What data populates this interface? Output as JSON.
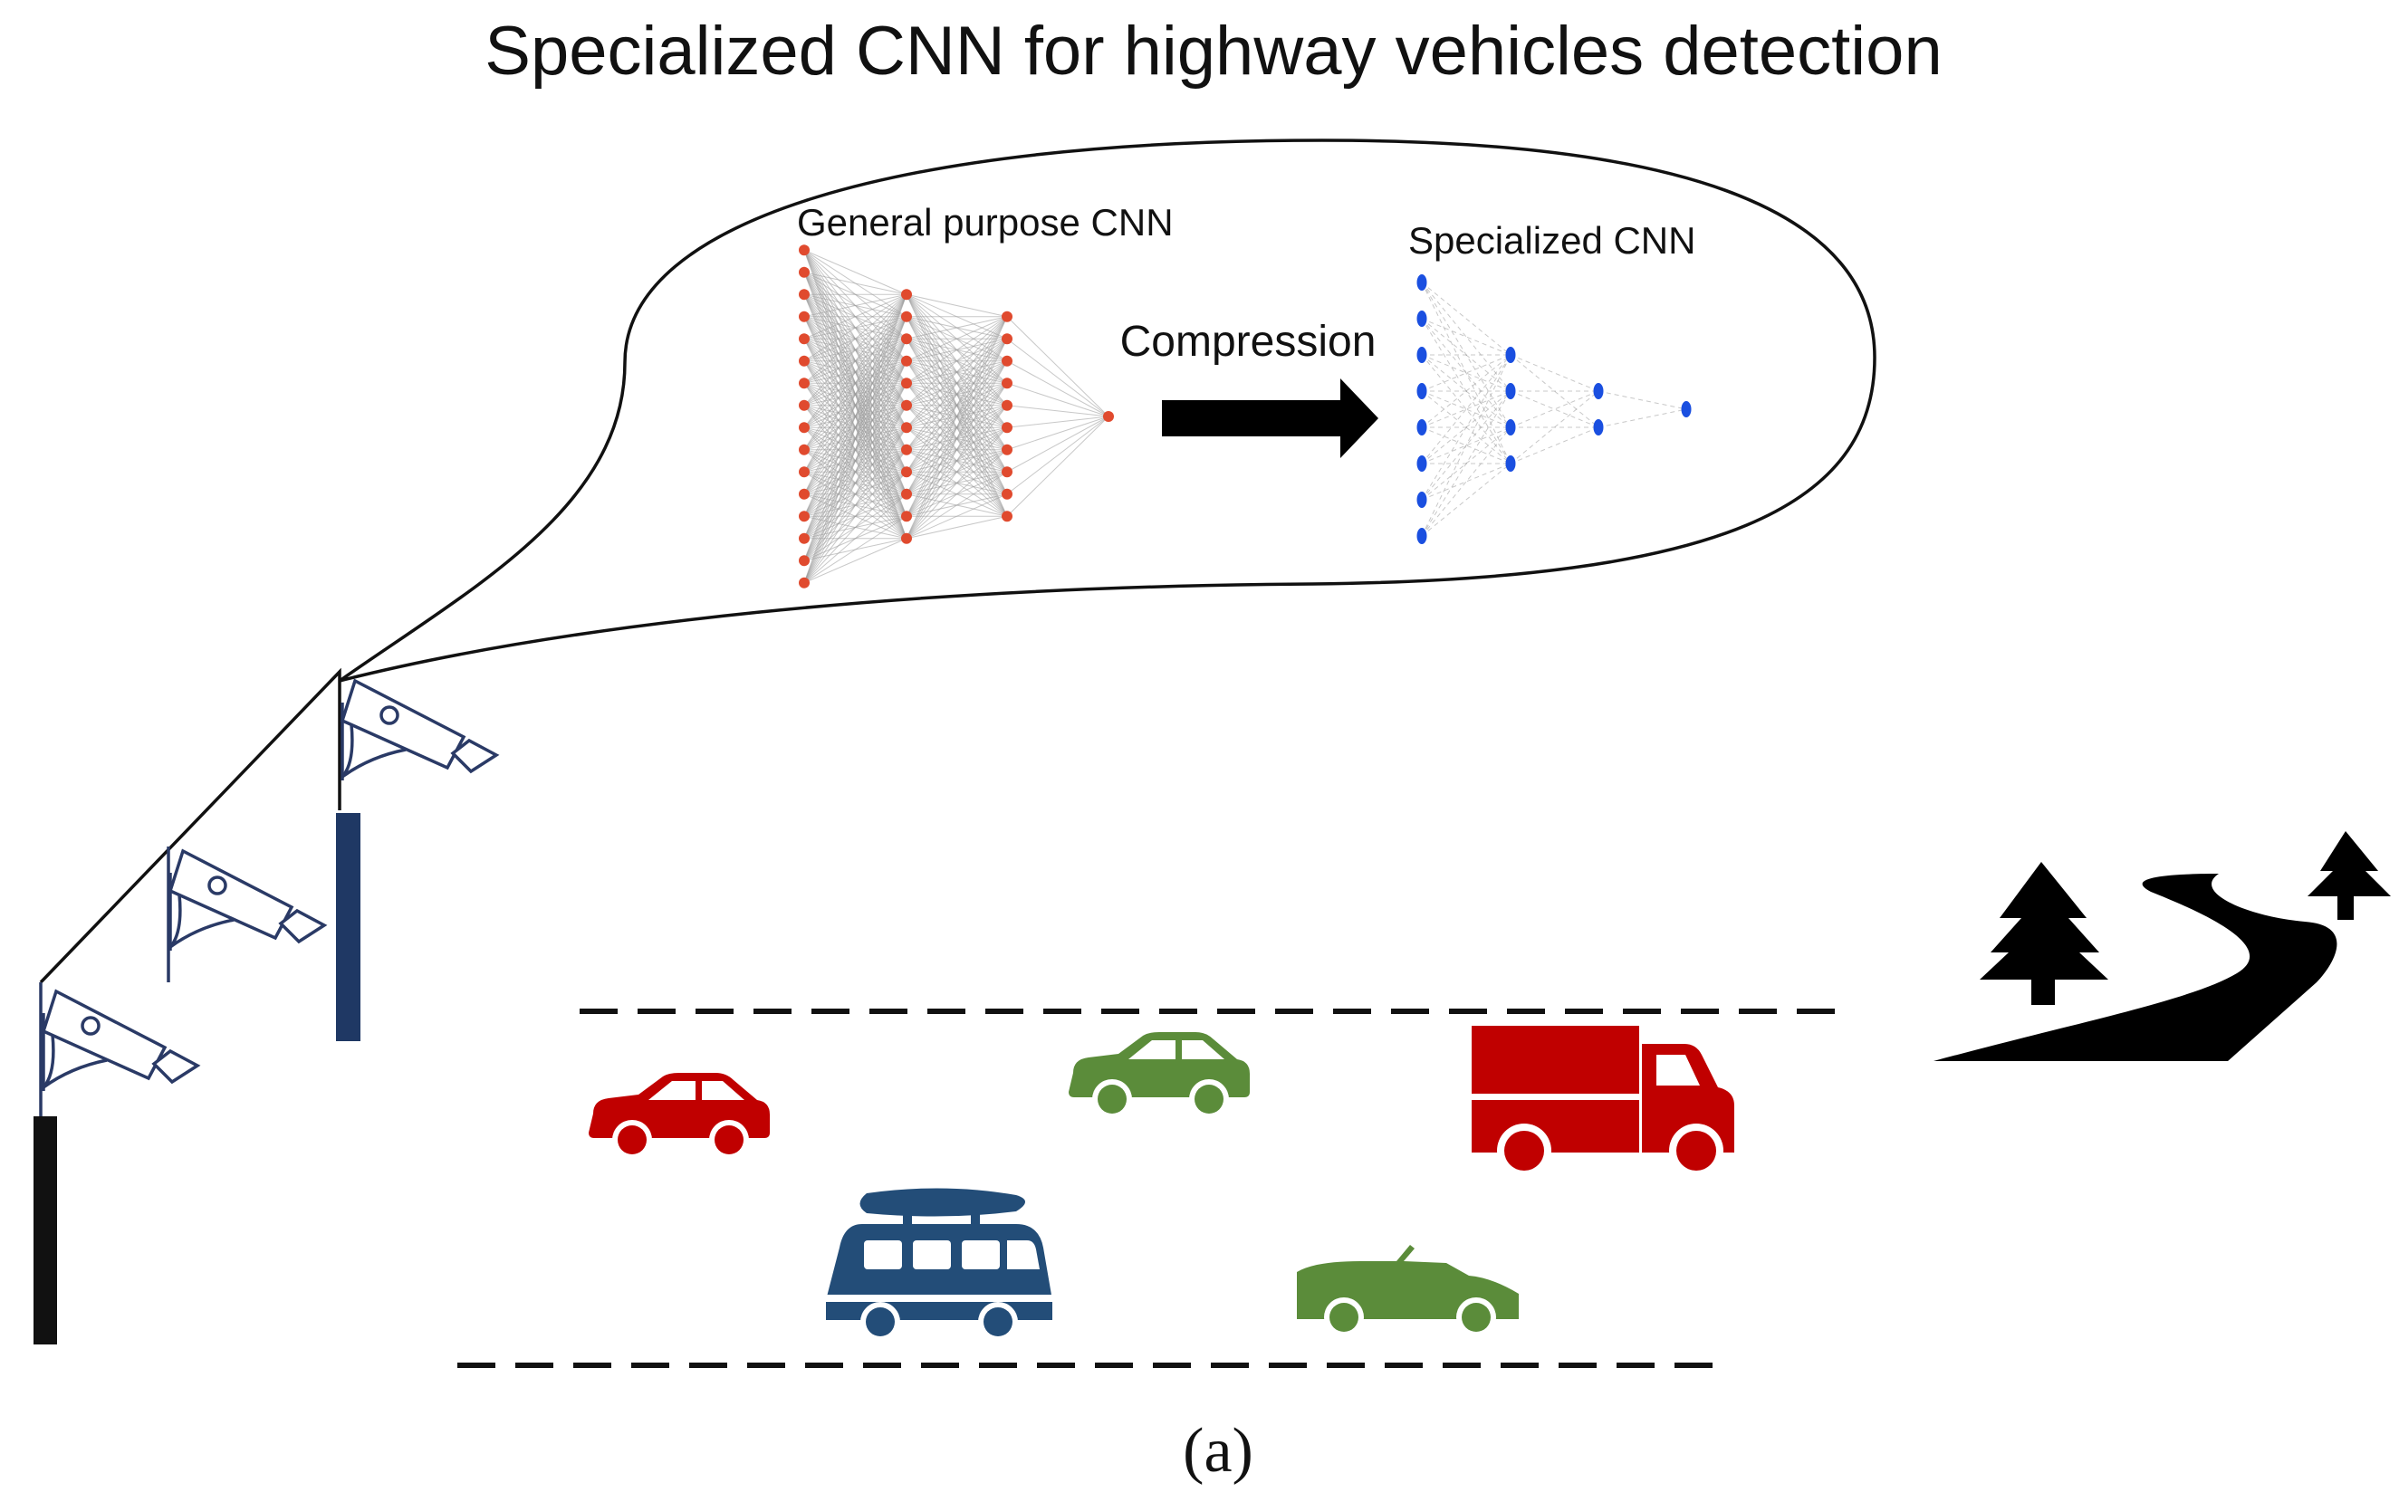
{
  "title": "Specialized CNN for highway vehicles detection",
  "general_cnn": {
    "label": "General purpose CNN",
    "layers": [
      16,
      12,
      10,
      1
    ],
    "node_color": "#e04a2e"
  },
  "compression": {
    "label": "Compression"
  },
  "specialized_cnn": {
    "label": "Specialized CNN",
    "layers": [
      8,
      4,
      2,
      1
    ],
    "node_color": "#1a4fe0"
  },
  "caption": "(a)",
  "colors": {
    "red_vehicle": "#c00000",
    "green_vehicle": "#5b8c3a",
    "blue_vehicle": "#234d78",
    "pole_black": "#111111",
    "pole_navy": "#1f3864",
    "camera_outline": "#2a3a66"
  },
  "icons": [
    "camera-icon",
    "car-icon",
    "truck-icon",
    "van-icon",
    "convertible-icon",
    "tree-icon",
    "road-icon"
  ]
}
